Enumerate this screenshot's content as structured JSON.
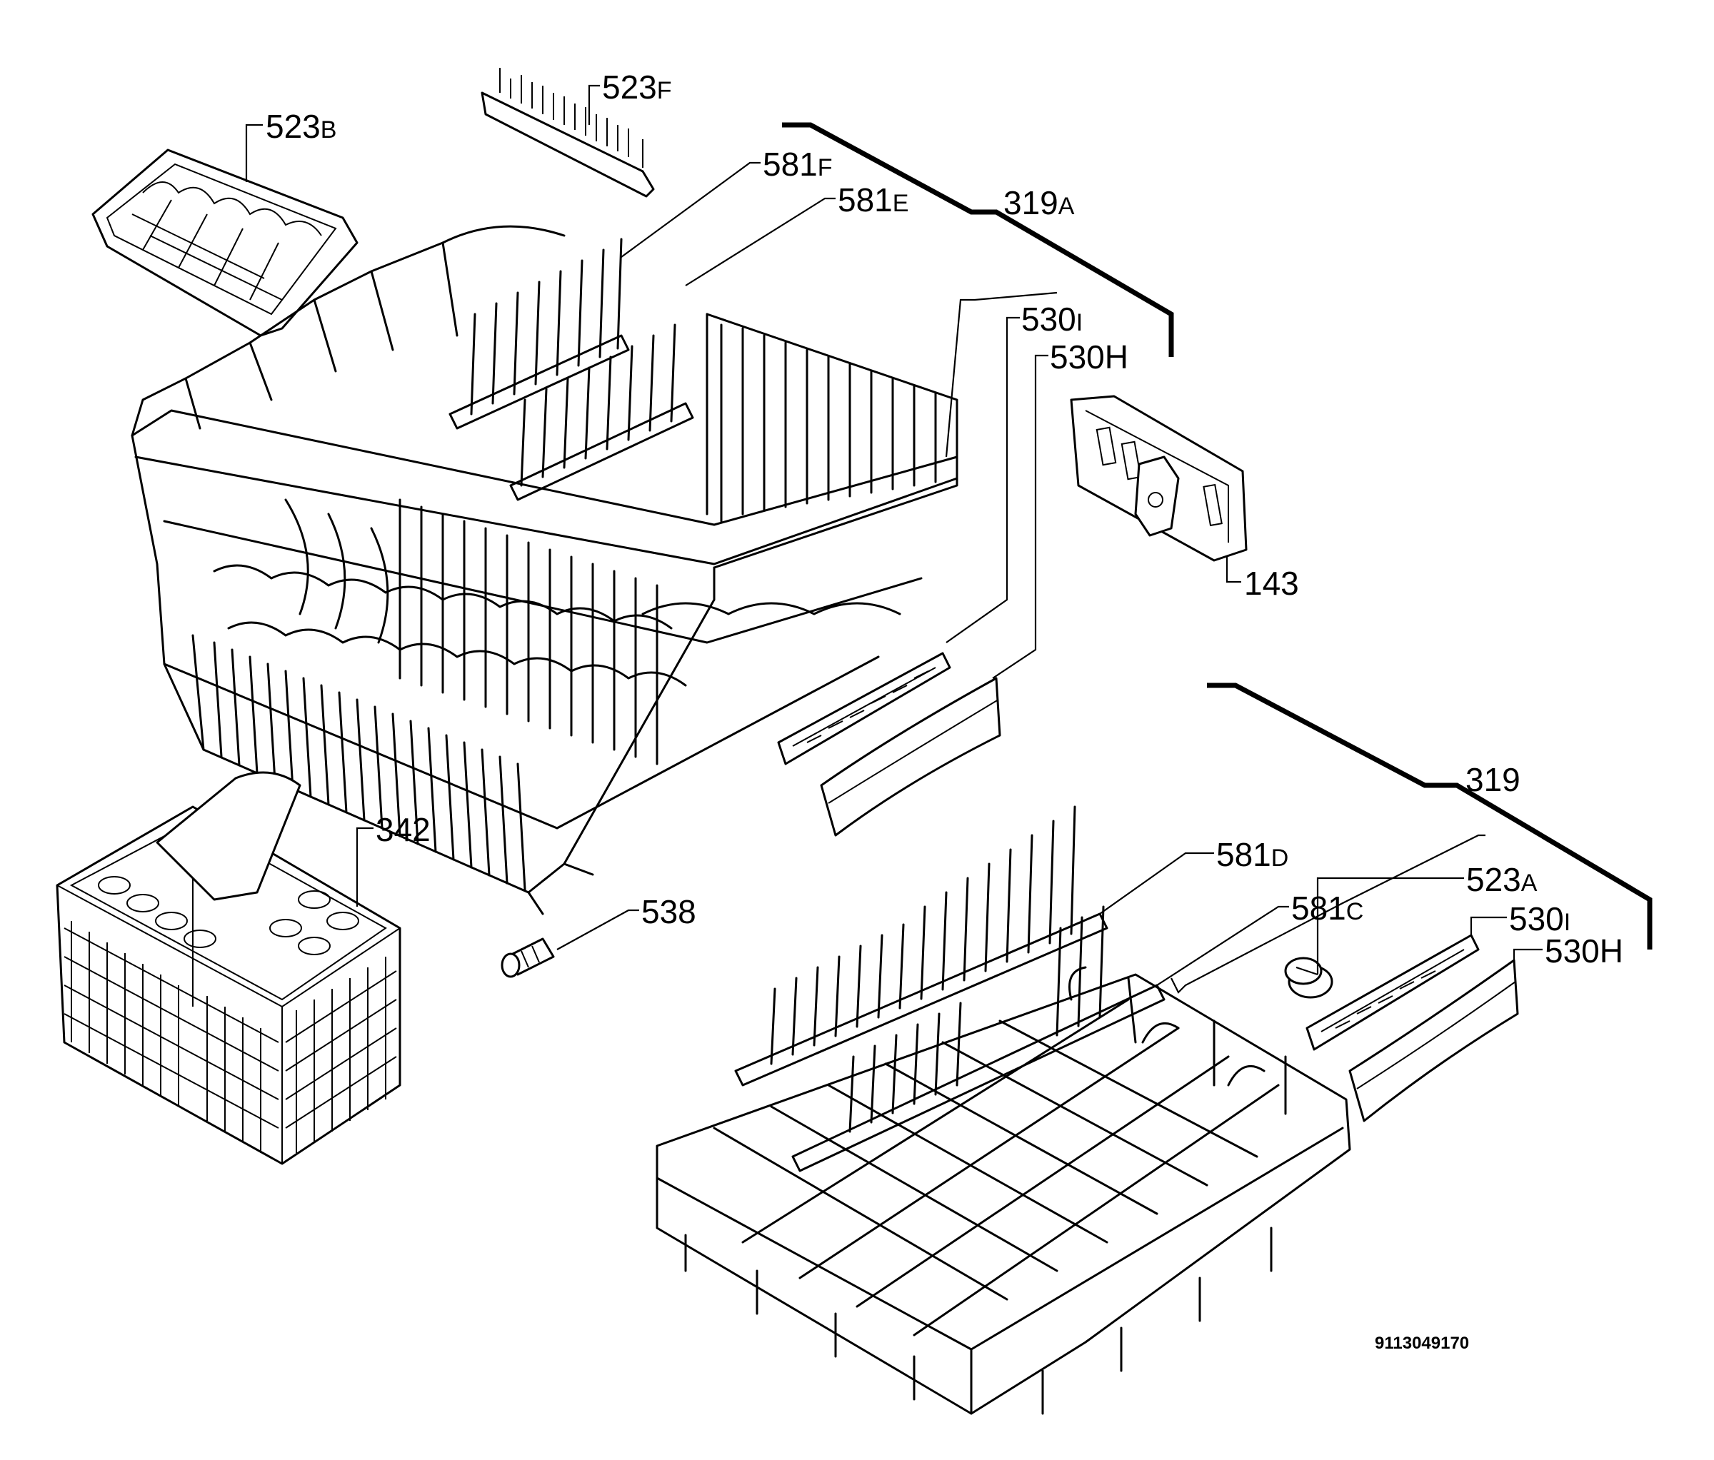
{
  "diagram": {
    "labels": [
      {
        "id": "523B",
        "num": "523",
        "suffix": "B"
      },
      {
        "id": "523F",
        "num": "523",
        "suffix": "F"
      },
      {
        "id": "581F",
        "num": "581",
        "suffix": "F"
      },
      {
        "id": "581E",
        "num": "581",
        "suffix": "E"
      },
      {
        "id": "319A",
        "num": "319",
        "suffix": "A"
      },
      {
        "id": "530I_top",
        "num": "530",
        "suffix": "I"
      },
      {
        "id": "530H_top",
        "num": "530",
        "suffix": "H"
      },
      {
        "id": "143",
        "num": "143",
        "suffix": ""
      },
      {
        "id": "581D",
        "num": "581",
        "suffix": "D"
      },
      {
        "id": "319",
        "num": "319",
        "suffix": ""
      },
      {
        "id": "581C",
        "num": "581",
        "suffix": "C"
      },
      {
        "id": "342",
        "num": "342",
        "suffix": ""
      },
      {
        "id": "523A",
        "num": "523",
        "suffix": "A"
      },
      {
        "id": "538",
        "num": "538",
        "suffix": ""
      },
      {
        "id": "530I_bot",
        "num": "530",
        "suffix": "I"
      },
      {
        "id": "530H_bot",
        "num": "530",
        "suffix": "H"
      }
    ],
    "doc_number": "9113049170"
  }
}
